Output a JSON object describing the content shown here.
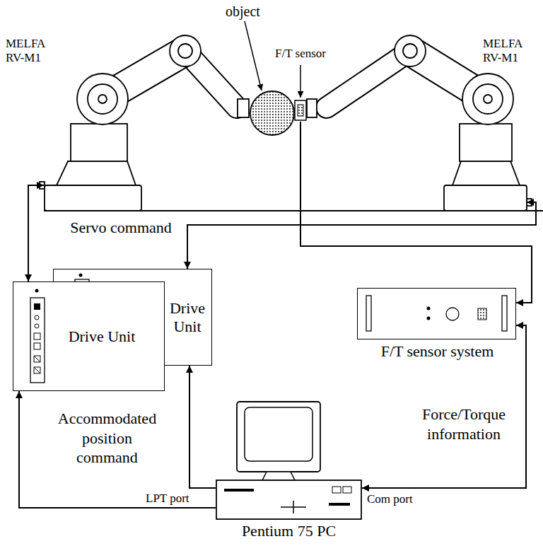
{
  "diagram": {
    "nodes": [
      {
        "text": [
          "MELFA RV-M1"
        ]
      },
      {
        "text": [
          "F/T sensor"
        ]
      },
      {
        "text": [
          "MELFA RV-M1"
        ]
      },
      {
        "text": [
          "Drive Unit"
        ]
      },
      {
        "text": [
          "Drive Unit"
        ]
      },
      {
        "text": [
          "F/T sensor system"
        ]
      },
      {
        "text": [
          "Pentium 75 PC"
        ]
      }
    ],
    "edges": [
      {
        "from": 0,
        "to": 4,
        "arrow": "both"
      },
      {
        "from": 3,
        "to": 2,
        "arrow": "both"
      },
      {
        "from": 1,
        "to": 5,
        "arrow": "to"
      },
      {
        "from": 5,
        "to": 6,
        "arrow": "both"
      },
      {
        "from": 6,
        "to": 3,
        "arrow": "to"
      },
      {
        "from": 6,
        "to": 4,
        "arrow": "to"
      }
    ],
    "labels": [
      "object",
      "Servo command",
      "Accommodated position command",
      "Force/Torque information",
      "LPT port",
      "Com port"
    ]
  }
}
